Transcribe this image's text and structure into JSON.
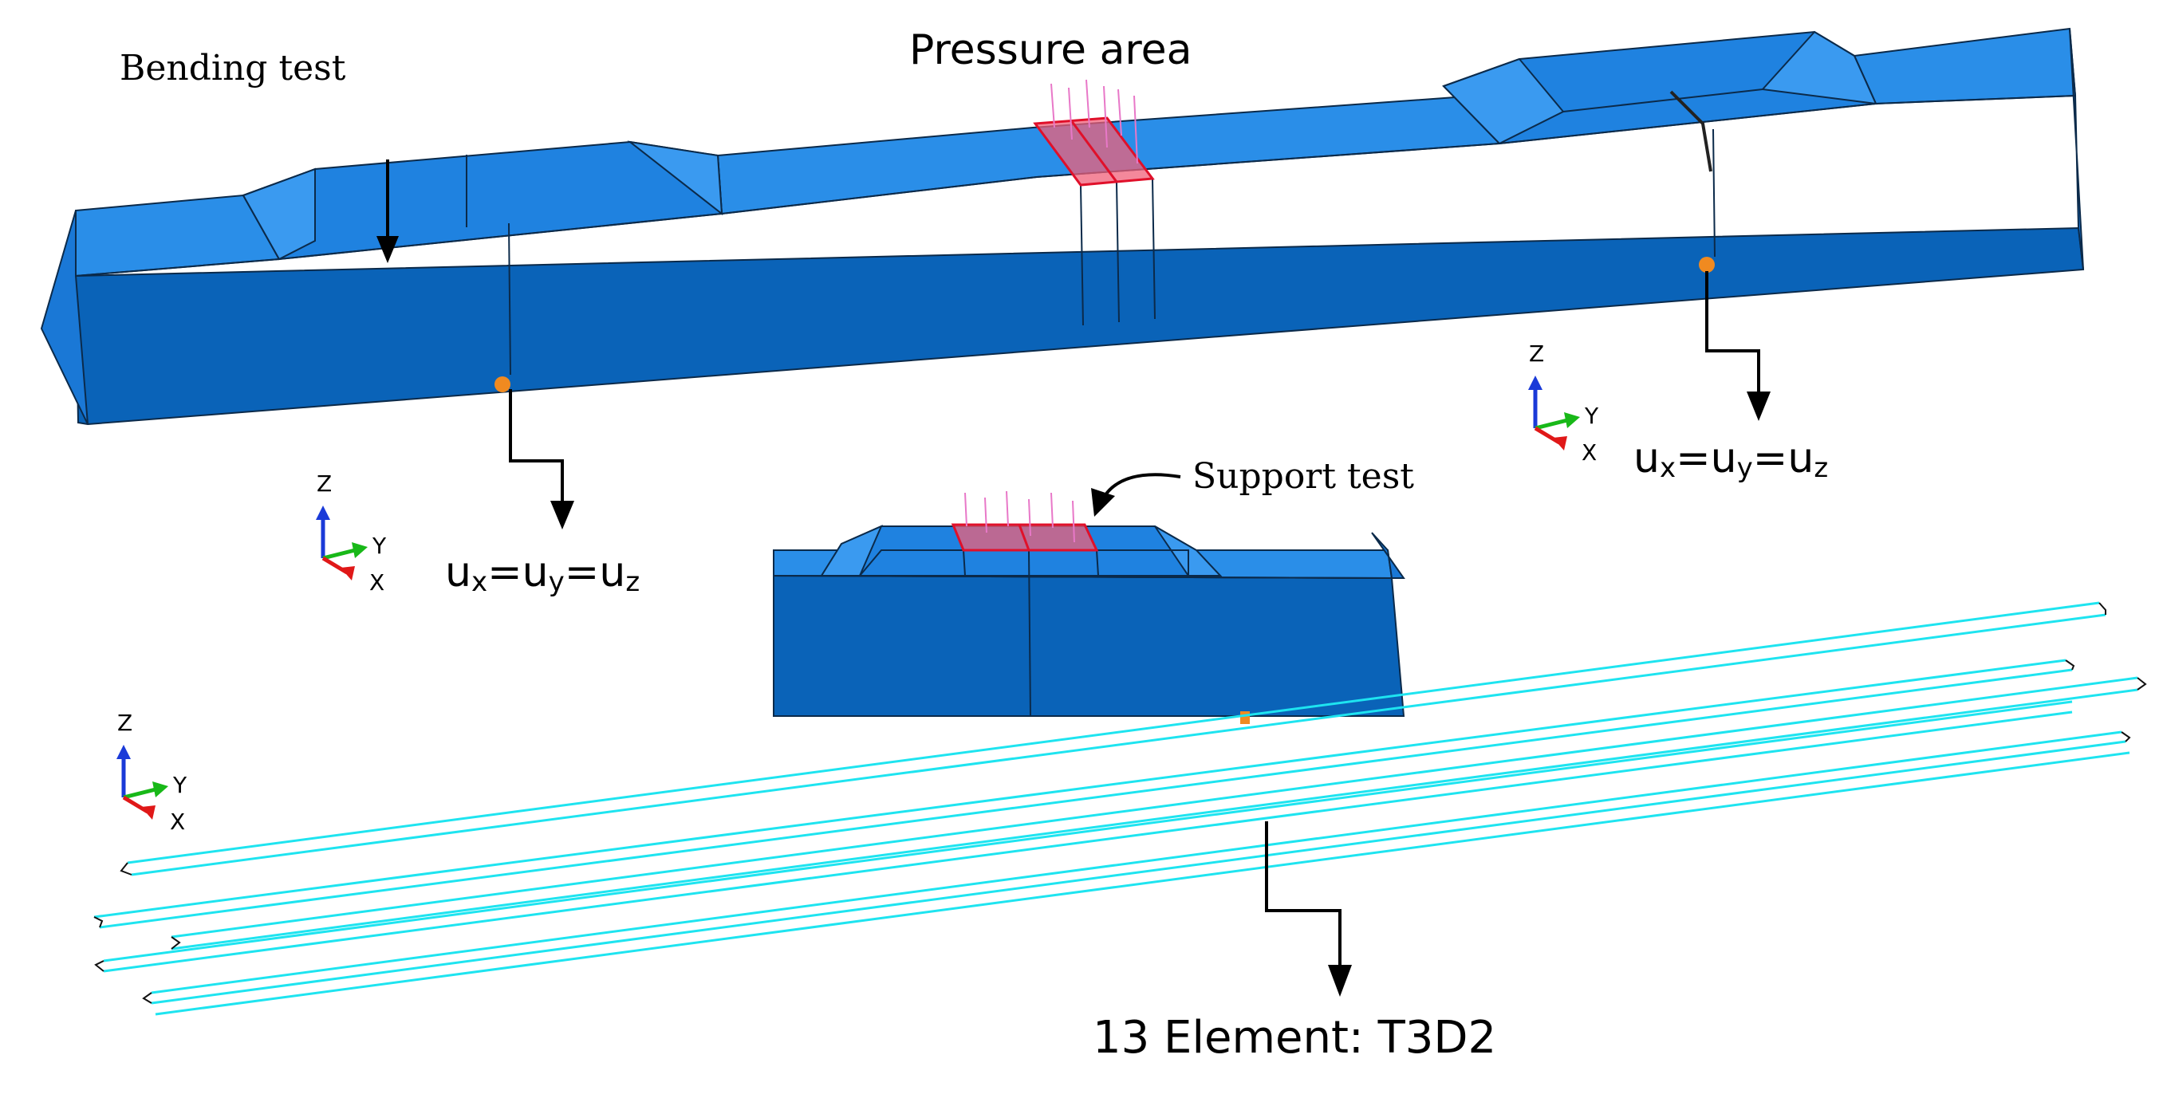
{
  "labels": {
    "bending_test": "Bending test",
    "pressure_area": "Pressure area",
    "support_test": "Support test",
    "bc_left": {
      "u": "u",
      "x": "x",
      "y": "y",
      "z": "z",
      "eq": "="
    },
    "bc_right": {
      "u": "u",
      "x": "x",
      "y": "y",
      "z": "z",
      "eq": "="
    },
    "element": "13 Element: T3D2"
  },
  "triads": [
    {
      "z": "Z",
      "y": "Y",
      "x": "X"
    },
    {
      "z": "Z",
      "y": "Y",
      "x": "X"
    },
    {
      "z": "Z",
      "y": "Y",
      "x": "X"
    }
  ],
  "colors": {
    "beam_top": "#2a8ee8",
    "beam_front": "#0a63b8",
    "beam_side": "#1a78d6",
    "edge": "#0b2a4a",
    "pressure_fill": "#f0607a",
    "pressure_edge": "#e0102a",
    "load_arrows": "#e878c8",
    "truss": "#1ee4f0",
    "constraint": "#f08a20",
    "axis_z": "#1a3ad8",
    "axis_y": "#18b818",
    "axis_x": "#e01818"
  }
}
